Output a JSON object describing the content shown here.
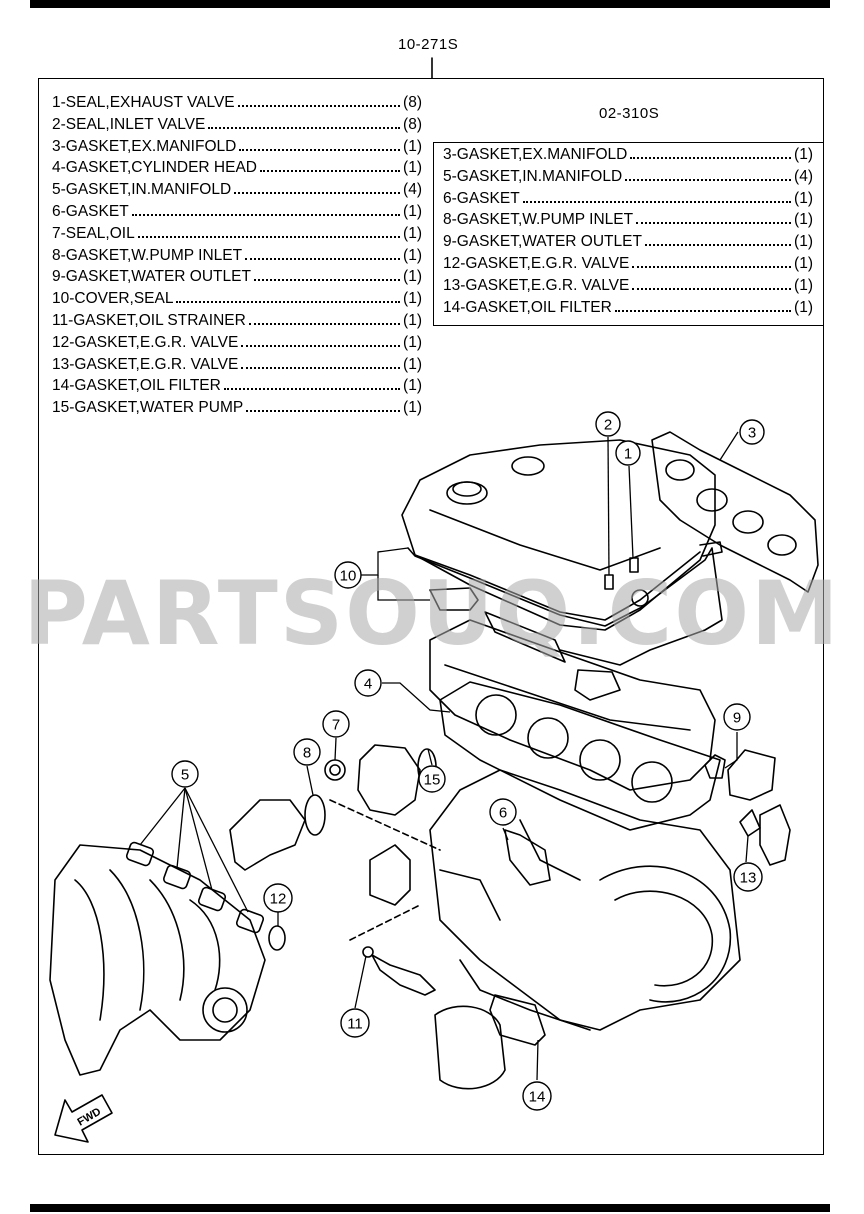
{
  "header": {
    "main_kit_code": "10-271S",
    "sub_kit_code": "02-310S"
  },
  "main_kit_parts": [
    {
      "name": "1-SEAL,EXHAUST VALVE",
      "qty": "(8)"
    },
    {
      "name": "2-SEAL,INLET VALVE",
      "qty": "(8)"
    },
    {
      "name": "3-GASKET,EX.MANIFOLD",
      "qty": "(1)"
    },
    {
      "name": "4-GASKET,CYLINDER HEAD",
      "qty": "(1)"
    },
    {
      "name": "5-GASKET,IN.MANIFOLD",
      "qty": "(4)"
    },
    {
      "name": "6-GASKET",
      "qty": "(1)"
    },
    {
      "name": "7-SEAL,OIL",
      "qty": "(1)"
    },
    {
      "name": "8-GASKET,W.PUMP INLET",
      "qty": "(1)"
    },
    {
      "name": "9-GASKET,WATER OUTLET",
      "qty": "(1)"
    },
    {
      "name": "10-COVER,SEAL",
      "qty": "(1)"
    },
    {
      "name": "11-GASKET,OIL STRAINER",
      "qty": "(1)"
    },
    {
      "name": "12-GASKET,E.G.R. VALVE",
      "qty": "(1)"
    },
    {
      "name": "13-GASKET,E.G.R. VALVE",
      "qty": "(1)"
    },
    {
      "name": "14-GASKET,OIL FILTER",
      "qty": "(1)"
    },
    {
      "name": "15-GASKET,WATER PUMP",
      "qty": "(1)"
    }
  ],
  "sub_kit_parts": [
    {
      "name": "3-GASKET,EX.MANIFOLD",
      "qty": "(1)"
    },
    {
      "name": "5-GASKET,IN.MANIFOLD",
      "qty": "(4)"
    },
    {
      "name": "6-GASKET",
      "qty": "(1)"
    },
    {
      "name": "8-GASKET,W.PUMP INLET",
      "qty": "(1)"
    },
    {
      "name": "9-GASKET,WATER OUTLET",
      "qty": "(1)"
    },
    {
      "name": "12-GASKET,E.G.R. VALVE",
      "qty": "(1)"
    },
    {
      "name": "13-GASKET,E.G.R. VALVE",
      "qty": "(1)"
    },
    {
      "name": "14-GASKET,OIL FILTER",
      "qty": "(1)"
    }
  ],
  "callouts": {
    "c1": "1",
    "c2": "2",
    "c3": "3",
    "c4": "4",
    "c5": "5",
    "c6": "6",
    "c7": "7",
    "c8": "8",
    "c9": "9",
    "c10": "10",
    "c11": "11",
    "c12": "12",
    "c13": "13",
    "c14": "14",
    "c15": "15"
  },
  "fwd_label": "FWD",
  "watermark": "PARTSOUQ.COM"
}
